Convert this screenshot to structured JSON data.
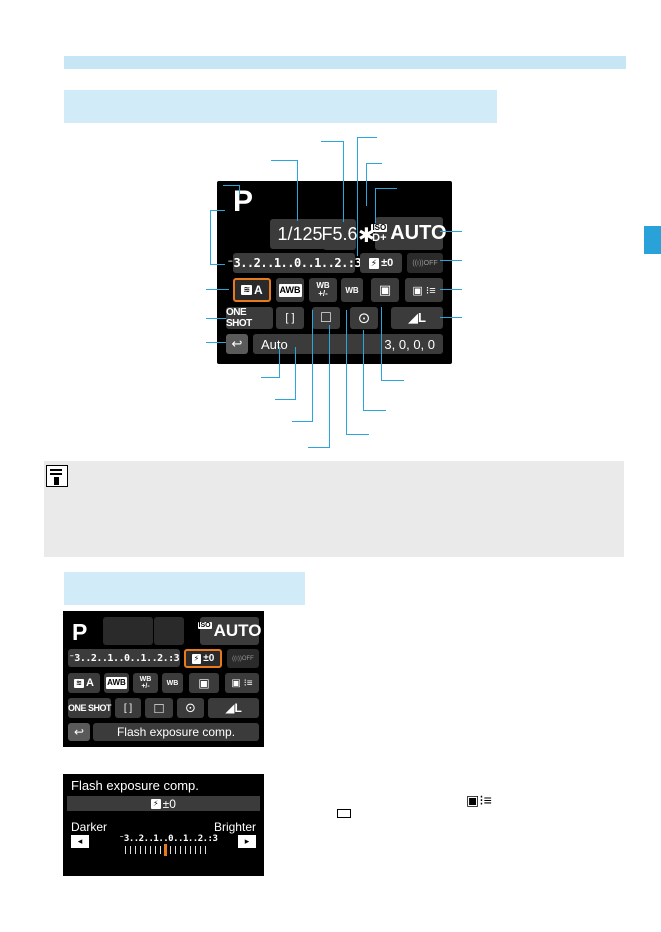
{
  "main_screen": {
    "mode": "P",
    "shutter": "1/125",
    "aperture": "F5.6",
    "ae_lock": "✱",
    "iso_label": "ISO",
    "iso_sub": "D+",
    "iso_value": "AUTO",
    "exposure_scale": "⁻3..2..1..0..1..2.:3",
    "flash_comp": "±0",
    "wireless": "((ı))OFF",
    "picture_style": "A",
    "wb": "AWB",
    "wb_shift_top": "WB",
    "wb_shift_bottom": "+/-",
    "wb_bracket": "WB",
    "alo": "▣",
    "custom_controls": "▣ ⁝≡",
    "af_mode": "ONE SHOT",
    "af_point": "[ ]",
    "drive": "□",
    "metering": "⊙",
    "quality": "◢L",
    "back": "↩",
    "bottom_label": "Auto",
    "bottom_value": "3, 0, 0, 0"
  },
  "screen2": {
    "mode": "P",
    "iso_label": "ISO",
    "iso_value": "AUTO",
    "exposure_scale": "⁻3..2..1..0..1..2.:3",
    "flash_comp": "±0",
    "wireless": "((ı))OFF",
    "picture_style": "A",
    "wb": "AWB",
    "wb_shift_top": "WB",
    "wb_shift_bottom": "+/-",
    "wb_bracket": "WB",
    "af_mode": "ONE SHOT",
    "quality": "◢L",
    "back": "↩",
    "bottom_label": "Flash exposure comp."
  },
  "screen3": {
    "title": "Flash exposure comp.",
    "flash_comp": "±0",
    "darker": "Darker",
    "brighter": "Brighter",
    "scale": "⁻3..2..1..0..1..2.:3",
    "left_arrow": "◂",
    "right_arrow": "▸"
  },
  "colors": {
    "accent_blue": "#2ba6dc",
    "section_bar": "#d2ebf8",
    "selected_orange": "#e87a1e",
    "note_bg": "#eaeaea"
  }
}
